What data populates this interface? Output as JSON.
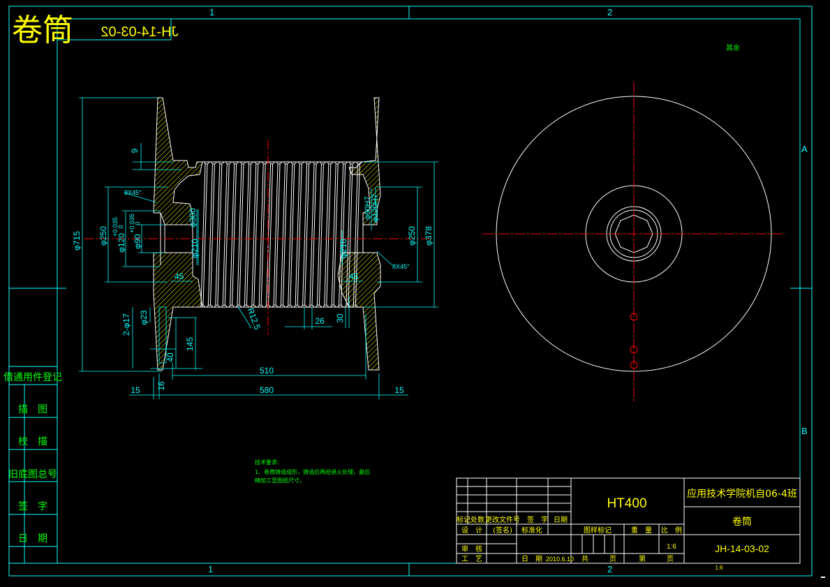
{
  "header": {
    "title": "卷筒",
    "code_mirrored": "JH-14-03-02"
  },
  "frame": {
    "zones_top": [
      "1",
      "2"
    ],
    "zones_bottom": [
      "1",
      "2"
    ],
    "zones_side": [
      "A",
      "B"
    ]
  },
  "sidebar": {
    "items": [
      {
        "label": "借通用件登记"
      },
      {
        "label": "描　图"
      },
      {
        "label": "校　描"
      },
      {
        "label": "旧底图总号"
      },
      {
        "label": "签　字"
      },
      {
        "label": "日　期"
      }
    ]
  },
  "dimensions": {
    "d715": "φ715",
    "d250_l": "φ250",
    "d120": "φ120",
    "d120_tol": "+0.035",
    "d120_tol2": "0",
    "d90": "φ90",
    "d90_tol": "+0.035",
    "d90_tol2": "0",
    "d300": "φ300",
    "d210_l": "φ210",
    "d210_r": "φ210",
    "d90h7": "φ90H7",
    "d120h7": "φ120H7",
    "d250_r": "φ250",
    "d378": "φ378",
    "d9": "9",
    "c45_a": "8X45°",
    "c45_b": "8X45°",
    "d45_l": "45",
    "d45_r": "45",
    "r125": "R12.5",
    "d26": "26",
    "d30": "30",
    "d2_17": "2-φ17",
    "d23": "φ23",
    "d145": "145",
    "d40": "40",
    "d510": "510",
    "d580": "580",
    "d16": "16",
    "d15_l": "15",
    "d15_r": "15"
  },
  "notes": {
    "heading": "技术要求:",
    "line1": "1、卷筒铸造成形，铸造后再经退火处理，最后",
    "line2": "精加工至图纸尺寸。"
  },
  "top_right_note": "其余",
  "title_block": {
    "material": "HT400",
    "school": "应用技术学院机自06-4班",
    "part_name": "卷筒",
    "drawing_no": "JH-14-03-02",
    "scale": "1:6",
    "scale_small": "1:6",
    "headers": [
      "标记",
      "处数",
      "更改文件号",
      "签　字",
      "日期"
    ],
    "row_design": [
      "设　计",
      "(签名)",
      "标准化"
    ],
    "row_check": "审　核",
    "row_craft": "工　艺",
    "date_label": "日　期",
    "date_value": "2010.6.10",
    "stage_headers": [
      "图样标记",
      "重　量",
      "比　例"
    ],
    "sheets": [
      "共",
      "页",
      "第",
      "页"
    ]
  },
  "colors": {
    "frame": "#00ffff",
    "outline": "#ffffff",
    "dimension": "#00ffff",
    "center": "#ff0000",
    "hatch": "#ffff00",
    "note": "#00ff00",
    "title": "#ffff00"
  }
}
